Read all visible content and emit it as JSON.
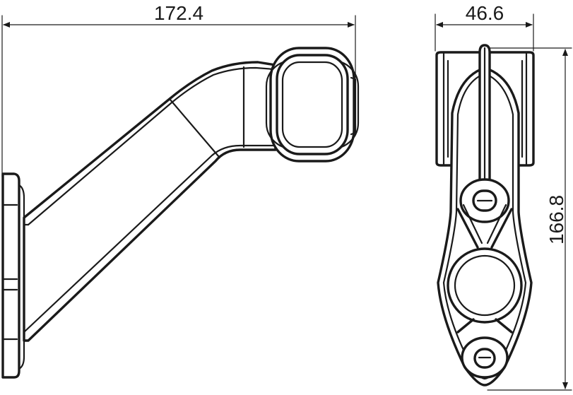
{
  "dimensions": {
    "width": "172.4",
    "depth": "46.6",
    "height": "166.8"
  },
  "colors": {
    "line": "#1a1a1a",
    "background": "#ffffff"
  }
}
